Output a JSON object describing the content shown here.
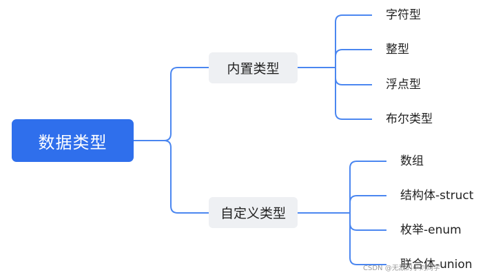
{
  "root": {
    "label": "数据类型"
  },
  "builtin": {
    "label": "内置类型",
    "children": [
      "字符型",
      "整型",
      "浮点型",
      "布尔类型"
    ]
  },
  "custom": {
    "label": "自定义类型",
    "children": [
      "数组",
      "结构体-struct",
      "枚举-enum",
      "联合体-union"
    ]
  },
  "watermark": "CSDN @无敌的小刘同学",
  "colors": {
    "accent": "#2f6fec",
    "edge": "#4a86f0",
    "mid_node_bg": "#eef0f3"
  }
}
